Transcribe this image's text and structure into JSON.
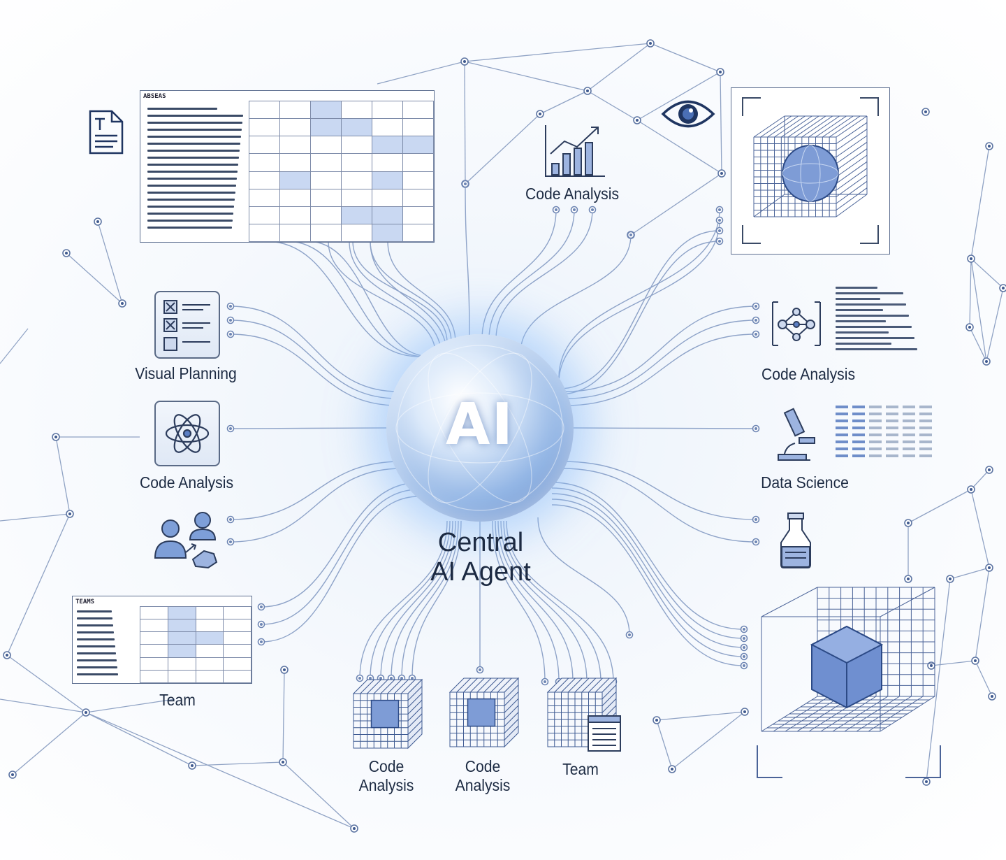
{
  "orb": {
    "text": "AI"
  },
  "central": {
    "title": "Central\nAI Agent"
  },
  "left_nodes": [
    {
      "label": "Visual Planning",
      "icon": "checklist-icon"
    },
    {
      "label": "Code Analysis",
      "icon": "atom-icon"
    },
    {
      "label": "Team",
      "icon": "users-icon"
    }
  ],
  "top_node": {
    "label": "Code Analysis",
    "icon": "bar-chart-icon"
  },
  "right_nodes": [
    {
      "label": "Code Analysis",
      "icon": "molecule-icon"
    },
    {
      "label": "Data Science",
      "icon": "microscope-icon"
    },
    {
      "label": "",
      "icon": "flask-icon"
    }
  ],
  "bottom_nodes": [
    {
      "label": "Code\nAnalysis",
      "icon": "wireframe-cube-icon"
    },
    {
      "label": "Code\nAnalysis",
      "icon": "wireframe-cube-icon"
    },
    {
      "label": "Team",
      "icon": "cube-document-icon"
    }
  ],
  "decorative_icons": [
    "document-icon",
    "eye-icon",
    "3d-sphere-cube-icon",
    "3d-grid-cube-icon"
  ],
  "colors": {
    "accent": "#4a6fb5",
    "line": "#7f93b8",
    "dark": "#1c2a42"
  }
}
